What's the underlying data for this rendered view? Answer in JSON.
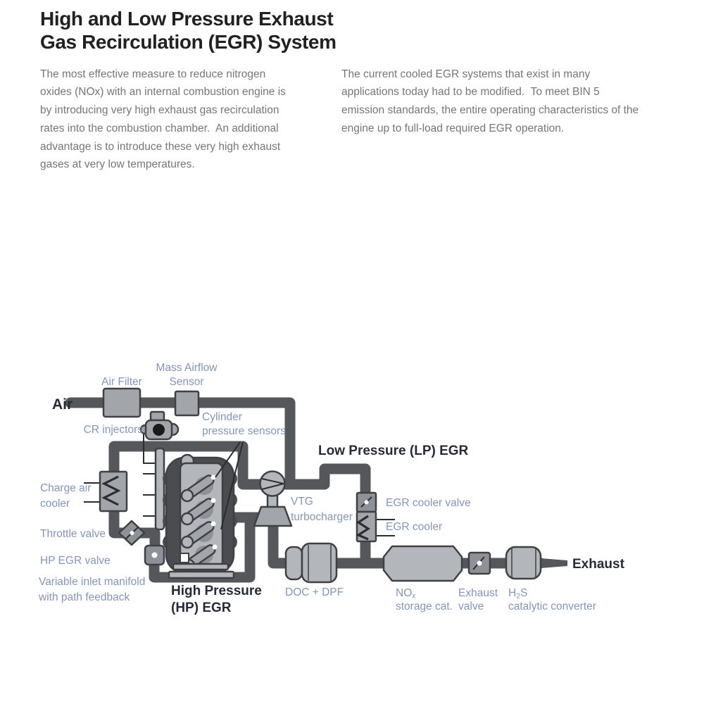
{
  "page": {
    "title_line1": "High and Low Pressure Exhaust",
    "title_line2": "Gas Recirculation (EGR) System",
    "intro_left": "The most effective measure to reduce nitrogen oxides (NOx) with an internal combustion engine is by introducing very high exhaust gas recirculation rates into the combustion chamber.  An additional advantage is to introduce these very high exhaust gases at very low temperatures.",
    "intro_right": "The current cooled EGR systems that exist in many applications today had to be modified.  To meet BIN 5 emission standards, the entire operating characteristics of the engine up to full-load required EGR operation."
  },
  "colors": {
    "pipe": "#55575a",
    "outline": "#3e4043",
    "component_light": "#b3b7bc",
    "component_mid": "#a2a6ab",
    "component_dark": "#8e9298",
    "engine_dark": "#4a4c4f",
    "ink": "#2b2d30",
    "diagram_label": "#8495b5",
    "flow_label": "#272b37",
    "body_text": "#75767a",
    "title_text": "#232021",
    "background": "#ffffff"
  },
  "diagram": {
    "flow_labels": {
      "air": "Air",
      "exhaust": "Exhaust",
      "lp_egr": "Low Pressure (LP) EGR",
      "hp_egr_1": "High Pressure",
      "hp_egr_2": "(HP) EGR"
    },
    "labels": {
      "air_filter": "Air Filter",
      "mass_airflow_1": "Mass Airflow",
      "mass_airflow_2": "Sensor",
      "cr_injectors": "CR injectors",
      "cylinder_sensors_1": "Cylinder",
      "cylinder_sensors_2": "pressure sensors",
      "vtg_1": "VTG",
      "vtg_2": "turbocharger",
      "egr_cooler_valve": "EGR cooler valve",
      "egr_cooler": "EGR cooler",
      "charge_air_1": "Charge air",
      "charge_air_2": "cooler",
      "throttle_valve": "Throttle valve",
      "hp_egr_valve": "HP EGR valve",
      "inlet_manifold_1": "Variable inlet manifold",
      "inlet_manifold_2": "with path feedback",
      "doc_dpf": "DOC + DPF",
      "nox_base": "NO",
      "nox_sub": "x",
      "nox_2": "storage cat.",
      "exhaust_valve_1": "Exhaust",
      "exhaust_valve_2": "valve",
      "h2s_base": "H",
      "h2s_sub": "2",
      "h2s_end": "S",
      "h2s_2": "catalytic converter"
    }
  }
}
